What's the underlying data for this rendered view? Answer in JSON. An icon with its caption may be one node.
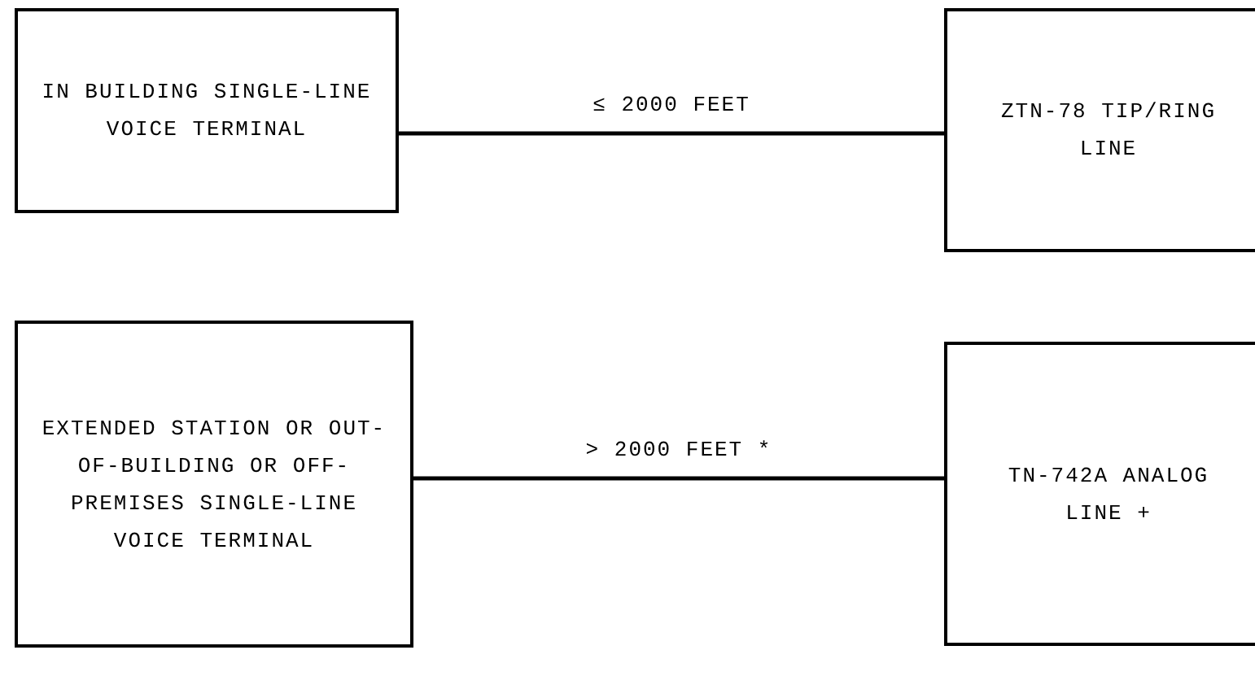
{
  "diagram": {
    "nodes": [
      {
        "text": [
          "IN BUILDING SINGLE-LINE VOICE TERMINAL"
        ]
      },
      {
        "text": [
          "ZTN-78 TIP/RING LINE"
        ]
      },
      {
        "text": [
          "EXTENDED STATION OR OUT-OF-BUILDING OR OFF-PREMISES SINGLE-LINE VOICE TERMINAL"
        ]
      },
      {
        "text": [
          "TN-742A ANALOG LINE +"
        ]
      }
    ],
    "edges": [
      {
        "from": 0,
        "to": 1,
        "arrow": "none",
        "label": "≤ 2000 FEET"
      },
      {
        "from": 2,
        "to": 3,
        "arrow": "none",
        "label": "> 2000 FEET *"
      }
    ]
  }
}
